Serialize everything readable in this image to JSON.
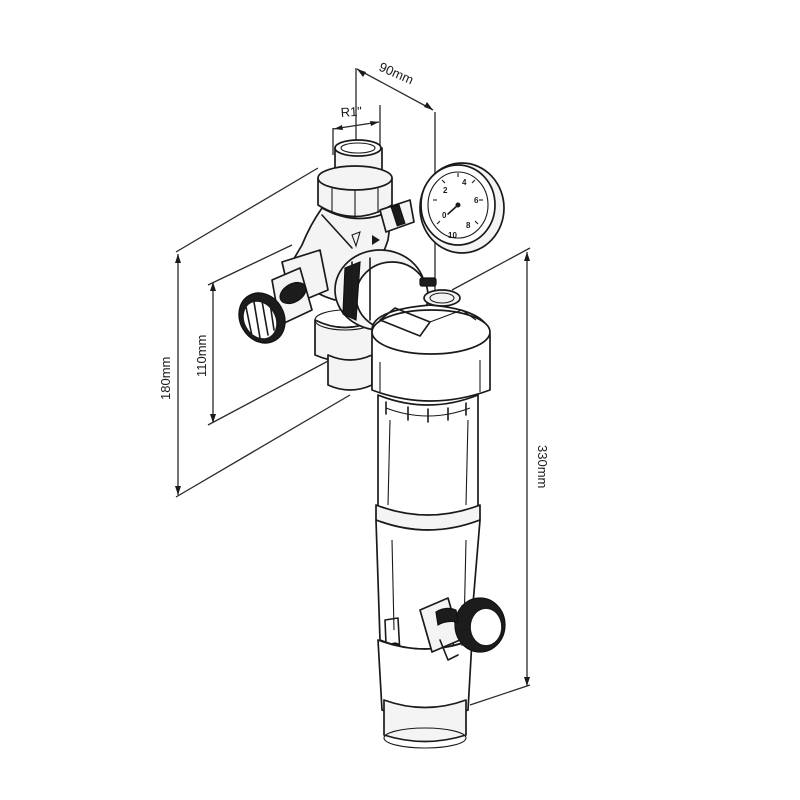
{
  "drawing": {
    "dimensions": {
      "thread": "R1\"",
      "width_offset": "90mm",
      "height_outer": "180mm",
      "height_inner": "110mm",
      "total_height": "330mm"
    },
    "gauge_scale": [
      "0",
      "2",
      "4",
      "6",
      "8",
      "10"
    ],
    "line_color": "#1a1a1a",
    "background": "#ffffff"
  }
}
